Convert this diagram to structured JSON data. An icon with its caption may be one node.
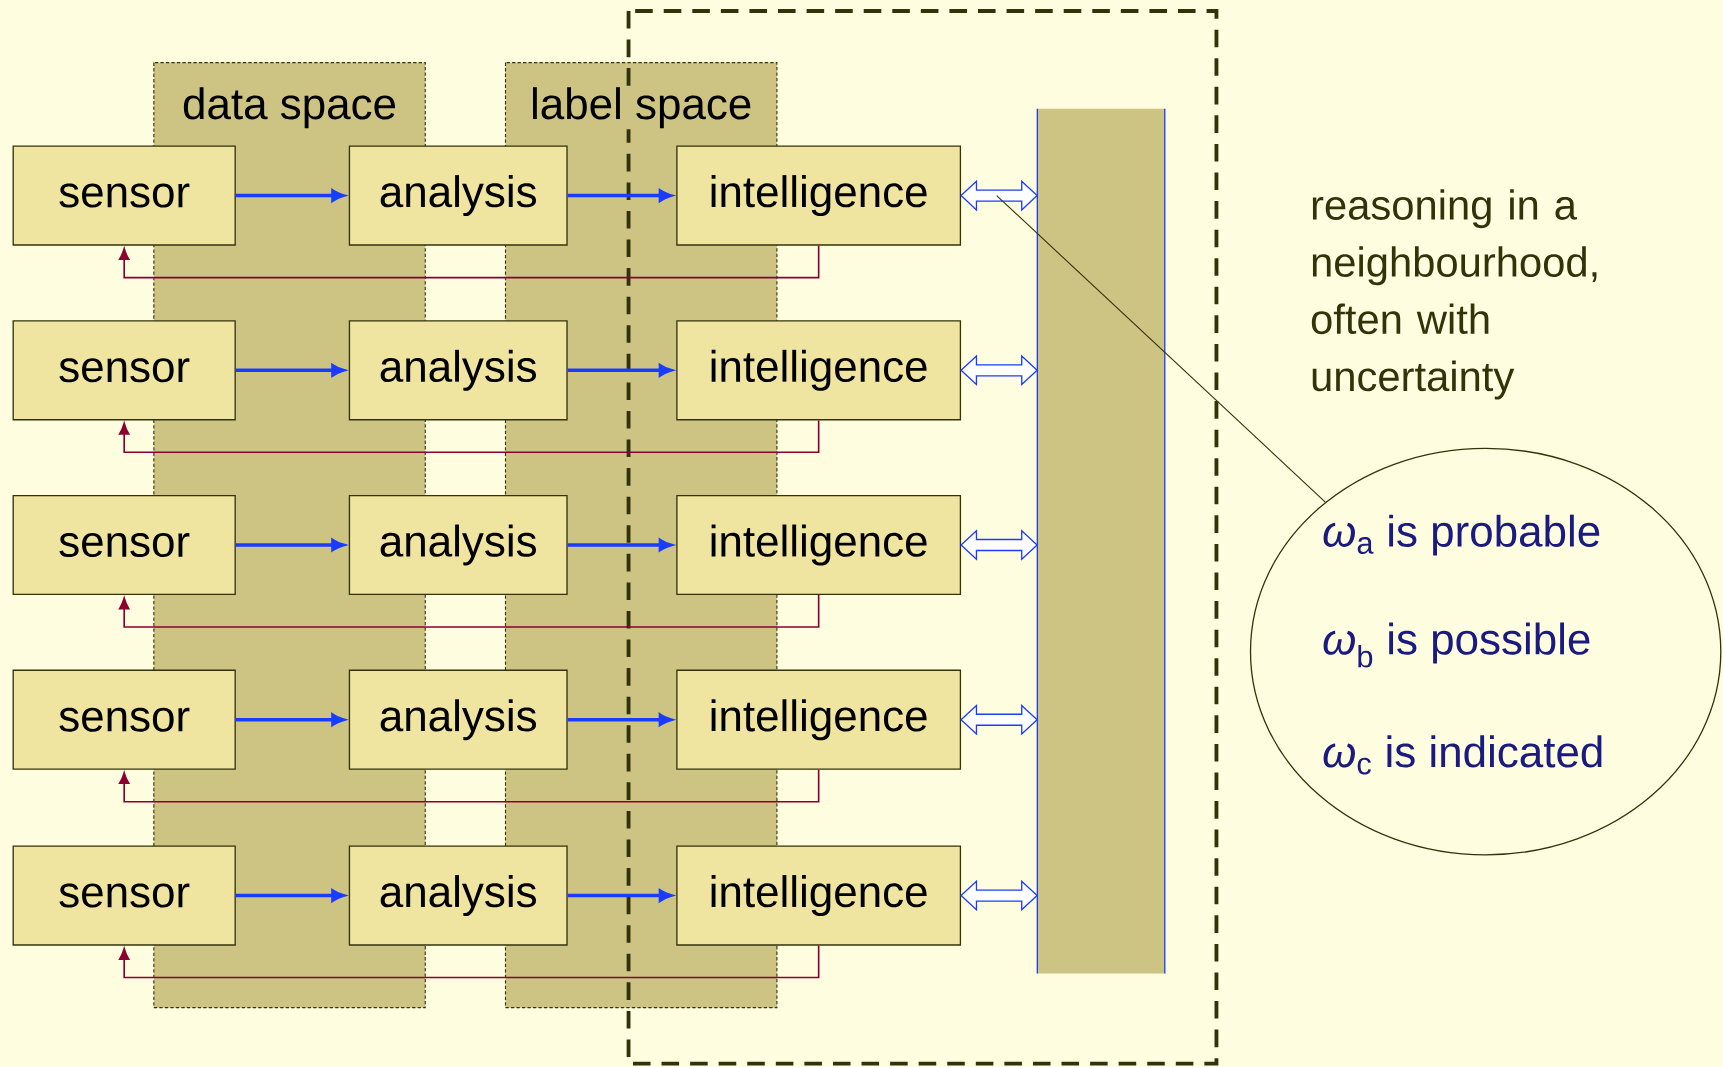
{
  "diagram": {
    "nodes": [
      {
        "text": [
          "sensor"
        ]
      },
      {
        "text": [
          "analysis"
        ]
      },
      {
        "text": [
          "intelligence"
        ]
      },
      {
        "text": [
          "sensor"
        ]
      },
      {
        "text": [
          "analysis"
        ]
      },
      {
        "text": [
          "intelligence"
        ]
      },
      {
        "text": [
          "sensor"
        ]
      },
      {
        "text": [
          "analysis"
        ]
      },
      {
        "text": [
          "intelligence"
        ]
      },
      {
        "text": [
          "sensor"
        ]
      },
      {
        "text": [
          "analysis"
        ]
      },
      {
        "text": [
          "intelligence"
        ]
      },
      {
        "text": [
          "sensor"
        ]
      },
      {
        "text": [
          "analysis"
        ]
      },
      {
        "text": [
          "intelligence"
        ]
      },
      {
        "text": [],
        "shape": "bar"
      },
      {
        "text": [
          "*ω*$_{a}$ is probable",
          "*ω*$_{b}$ is possible",
          "*ω*$_{c}$ is indicated"
        ]
      }
    ],
    "edges": [
      {
        "from": 0,
        "to": 1,
        "arrow": "to",
        "color": "#1a3cff"
      },
      {
        "from": 1,
        "to": 2,
        "arrow": "to",
        "color": "#1a3cff"
      },
      {
        "from": 2,
        "to": 0,
        "arrow": "to",
        "color": "#8b0030"
      },
      {
        "from": 2,
        "to": 15,
        "arrow": "both",
        "color": "#1a3cff"
      },
      {
        "from": 3,
        "to": 4,
        "arrow": "to",
        "color": "#1a3cff"
      },
      {
        "from": 4,
        "to": 5,
        "arrow": "to",
        "color": "#1a3cff"
      },
      {
        "from": 5,
        "to": 3,
        "arrow": "to",
        "color": "#8b0030"
      },
      {
        "from": 5,
        "to": 15,
        "arrow": "both",
        "color": "#1a3cff"
      },
      {
        "from": 6,
        "to": 7,
        "arrow": "to",
        "color": "#1a3cff"
      },
      {
        "from": 7,
        "to": 8,
        "arrow": "to",
        "color": "#1a3cff"
      },
      {
        "from": 8,
        "to": 6,
        "arrow": "to",
        "color": "#8b0030"
      },
      {
        "from": 8,
        "to": 15,
        "arrow": "both",
        "color": "#1a3cff"
      },
      {
        "from": 9,
        "to": 10,
        "arrow": "to",
        "color": "#1a3cff"
      },
      {
        "from": 10,
        "to": 11,
        "arrow": "to",
        "color": "#1a3cff"
      },
      {
        "from": 11,
        "to": 9,
        "arrow": "to",
        "color": "#8b0030"
      },
      {
        "from": 11,
        "to": 15,
        "arrow": "both",
        "color": "#1a3cff"
      },
      {
        "from": 12,
        "to": 13,
        "arrow": "to",
        "color": "#1a3cff"
      },
      {
        "from": 13,
        "to": 14,
        "arrow": "to",
        "color": "#1a3cff"
      },
      {
        "from": 14,
        "to": 12,
        "arrow": "to",
        "color": "#8b0030"
      },
      {
        "from": 14,
        "to": 15,
        "arrow": "both",
        "color": "#1a3cff"
      },
      {
        "from": 16,
        "to": null,
        "arrow": "none",
        "color": "#33330a"
      }
    ],
    "labels": [
      "data space",
      "label space",
      "reasoning in a neighbourhood, often with uncertainty"
    ]
  }
}
